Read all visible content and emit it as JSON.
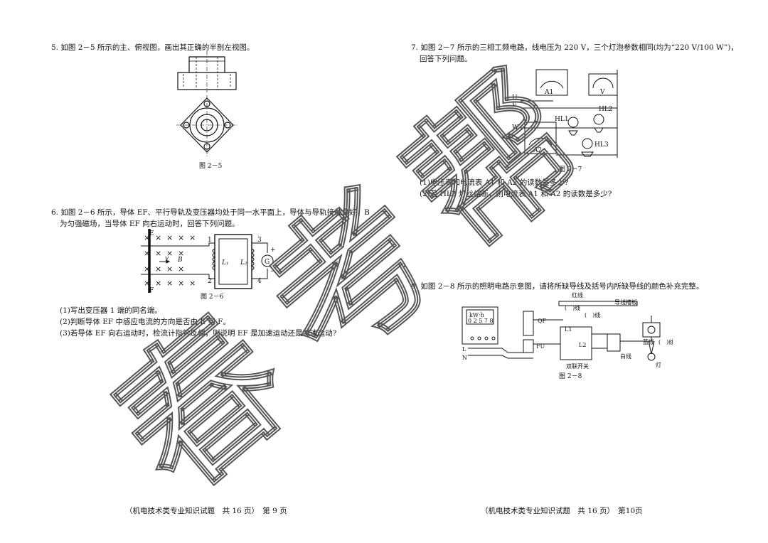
{
  "left_page": {
    "q5": {
      "text": "5. 如图 2－5 所示的主、俯视图，画出其正确的半剖左视图。",
      "caption": "图 2－5"
    },
    "q6": {
      "line1": "6. 如图 2－6 所示，导体 EF、平行导轨及变压器均处于同一水平面上，导体与导轨接触良好，B",
      "line2": "为匀强磁场，当导体 EF 向右运动时，回答下列问题。",
      "caption": "图 2－6",
      "sub1": "(1)写出变压器 1 端的同名端。",
      "sub2": "(2)判断导体 EF 中感应电流的方向是否由 E 到 F。",
      "sub3": "(3)若导体 EF 向右运动时，检流计指针反偏，则说明 EF 是加速运动还是减速运动?",
      "labels": {
        "E": "E",
        "F": "F",
        "v": "v",
        "B": "B",
        "t1": "1",
        "t2": "2",
        "t3": "3",
        "t4": "4",
        "L1": "L₁",
        "L2": "L₂",
        "G": "G",
        "plus": "+",
        "minus": "−"
      }
    },
    "footer": "（机电技术类专业知识试题　共 16 页）　第 9 页"
  },
  "right_page": {
    "q7": {
      "line1": "7. 如图 2－7 所示的三相工频电路，线电压为 220 V，三个灯泡参数相同(均为“220 V/100 W”)，",
      "line2": "回答下列问题。",
      "caption": "图 2－7",
      "sub1": "(1)电压表和电流表 A1 和 A2 的读数是多少?",
      "sub2": "(2)若 HL3 灯丝烧断，则电流表 A1 和 A2 的读数是多少?",
      "labels": {
        "U": "U",
        "V": "V",
        "W": "W",
        "A1": "A1",
        "A2": "A2",
        "Vm": "V",
        "HL1": "HL1",
        "HL2": "HL2",
        "HL3": "HL3"
      }
    },
    "q8": {
      "text": "8. 如图 2－8 所示的照明电路示意图，请将所缺导线及括号内所缺导线的颜色补充完整。",
      "caption": "图 2－8",
      "labels": {
        "meter": "kW·h",
        "reading": "0 2 5 7 8",
        "QF": "QF",
        "FU": "FU",
        "L": "L",
        "N": "N",
        "L1": "L1",
        "L2": "L2",
        "red": "红线",
        "blank1": "(　)线",
        "blank2": "(　)线",
        "board": "导线槽板",
        "blue": "蓝线",
        "blank3": "(　)线",
        "white": "白线",
        "switch": "双联开关",
        "lamp": "灯"
      }
    },
    "footer": "（机电技术类专业知识试题　共 16 页）　第10页"
  },
  "watermark": {
    "chars": [
      "春",
      "考",
      "帮"
    ]
  }
}
